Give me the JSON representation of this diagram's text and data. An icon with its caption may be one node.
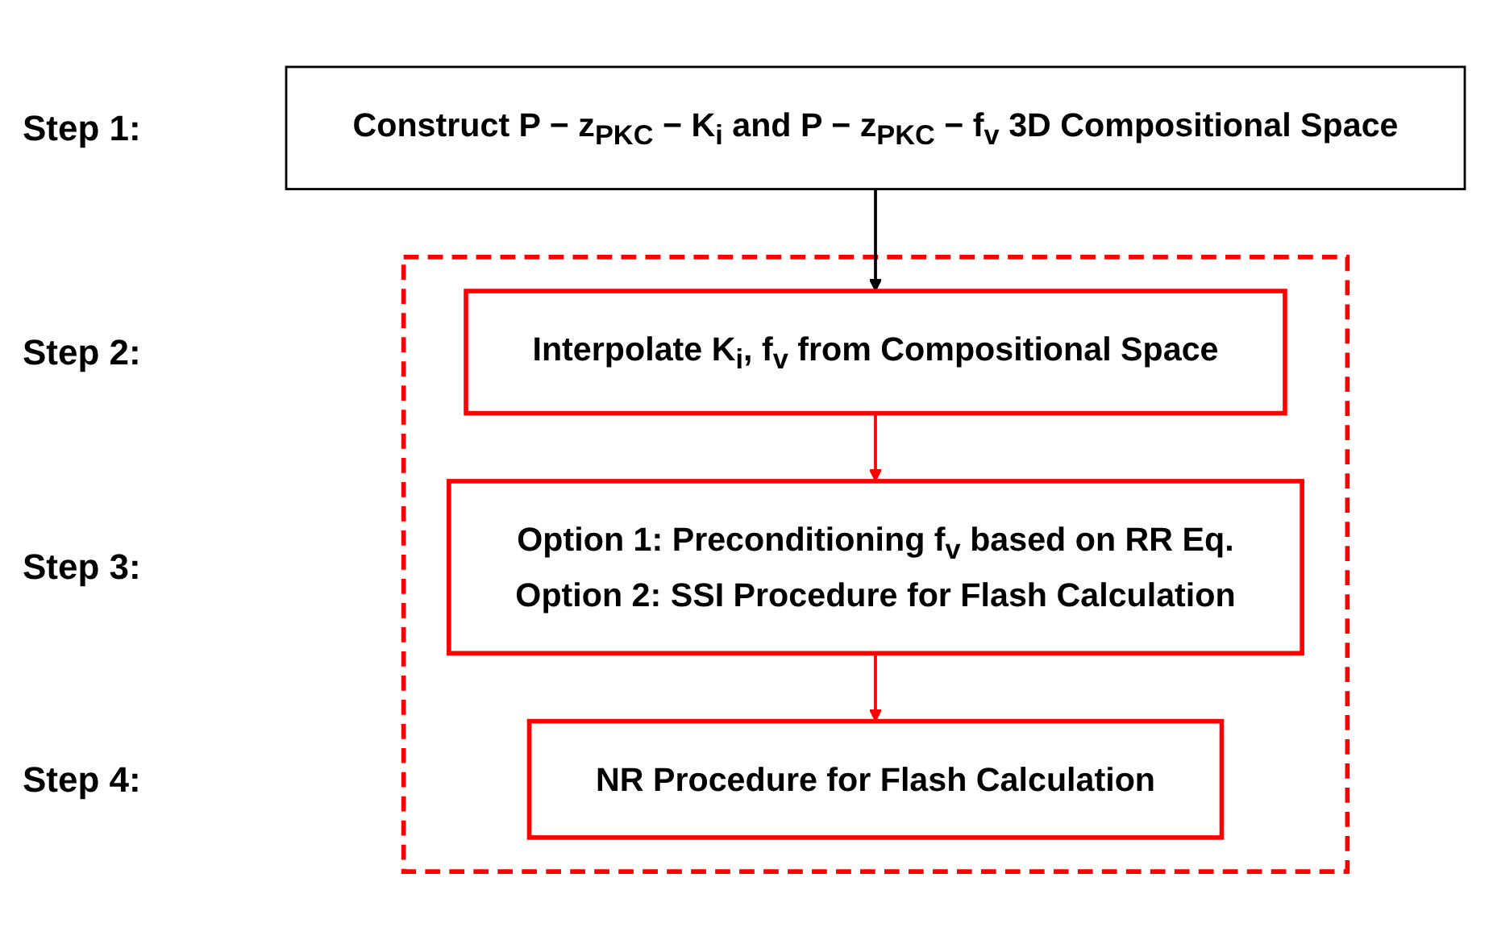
{
  "diagram": {
    "nodes": [
      {
        "text": [
          "Construct P − z$_{PKC}$ − K$_{i}$ and P − z$_{PKC}$ − f$_{v}$ 3D Compositional Space"
        ]
      },
      {
        "text": [],
        "shape": "box"
      },
      {
        "text": [
          "Interpolate K$_{i}$, f$_{v}$ from Compositional Space"
        ],
        "in": 1
      },
      {
        "text": [
          "Option 1: Preconditioning f$_{v}$ based on RR Eq.",
          "Option 2: SSI Procedure for Flash Calculation"
        ],
        "in": 1
      },
      {
        "text": [
          "NR Procedure for Flash Calculation"
        ],
        "in": 1
      }
    ],
    "labels": [
      "Step 1:",
      "Step 2:",
      "Step 3:",
      "Step 4:"
    ],
    "edges": [
      {
        "from": 0,
        "to": 2,
        "arrow": "to",
        "color": "#000000"
      },
      {
        "from": 2,
        "to": 3,
        "arrow": "to"
      },
      {
        "from": 3,
        "to": 4,
        "arrow": "to"
      }
    ]
  }
}
